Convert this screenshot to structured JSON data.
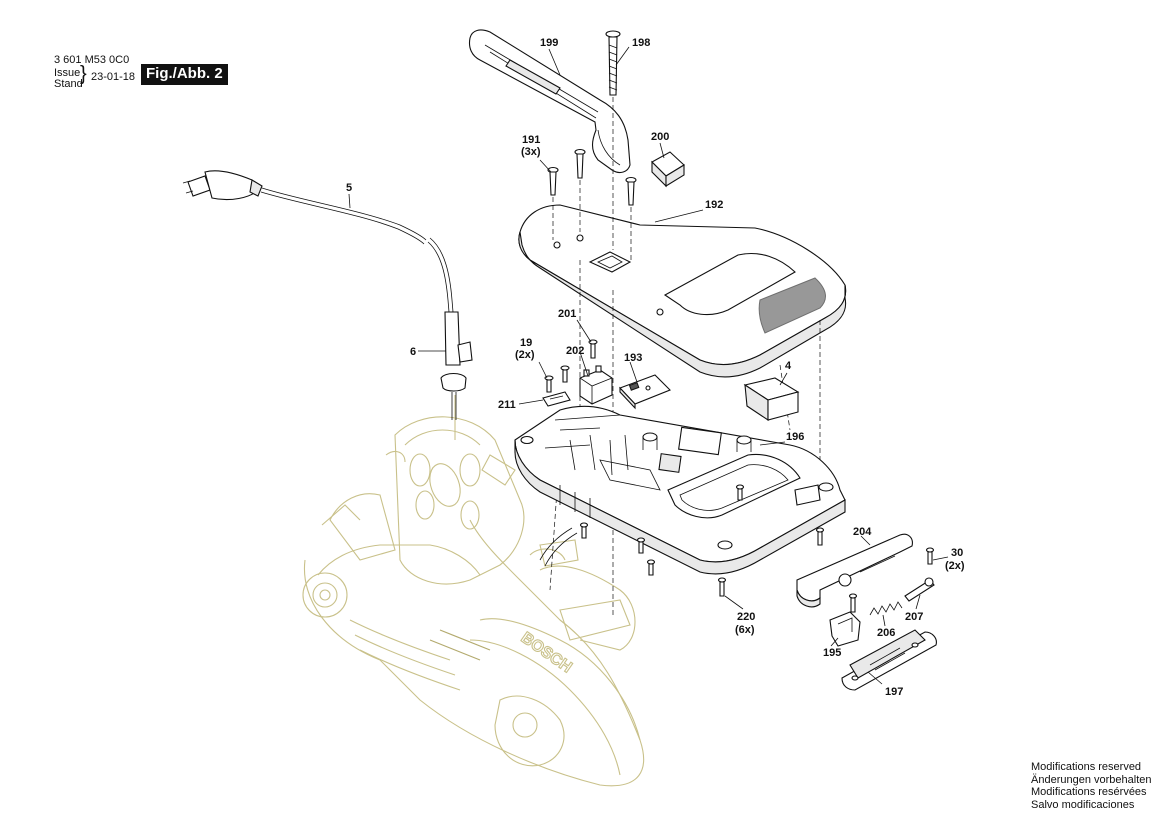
{
  "header": {
    "part_number": "3 601 M53 0C0",
    "issue_label": "Issue",
    "stand_label": "Stand",
    "date": "23-01-18",
    "figure": "Fig./Abb. 2"
  },
  "labels": [
    {
      "id": "199",
      "text": "199"
    },
    {
      "id": "198",
      "text": "198"
    },
    {
      "id": "191",
      "text": "191"
    },
    {
      "id": "191q",
      "text": "(3x)"
    },
    {
      "id": "200",
      "text": "200"
    },
    {
      "id": "5",
      "text": "5"
    },
    {
      "id": "192",
      "text": "192"
    },
    {
      "id": "201",
      "text": "201"
    },
    {
      "id": "19",
      "text": "19"
    },
    {
      "id": "19q",
      "text": "(2x)"
    },
    {
      "id": "202",
      "text": "202"
    },
    {
      "id": "193",
      "text": "193"
    },
    {
      "id": "4",
      "text": "4"
    },
    {
      "id": "6",
      "text": "6"
    },
    {
      "id": "211",
      "text": "211"
    },
    {
      "id": "196",
      "text": "196"
    },
    {
      "id": "204",
      "text": "204"
    },
    {
      "id": "30",
      "text": "30"
    },
    {
      "id": "30q",
      "text": "(2x)"
    },
    {
      "id": "220",
      "text": "220"
    },
    {
      "id": "220q",
      "text": "(6x)"
    },
    {
      "id": "207",
      "text": "207"
    },
    {
      "id": "206",
      "text": "206"
    },
    {
      "id": "195",
      "text": "195"
    },
    {
      "id": "197",
      "text": "197"
    }
  ],
  "watermark_text": "BOSCH",
  "footer": {
    "line1": "Modifications reserved",
    "line2": "Änderungen vorbehalten",
    "line3": "Modifications resérvées",
    "line4": "Salvo modificaciones"
  }
}
